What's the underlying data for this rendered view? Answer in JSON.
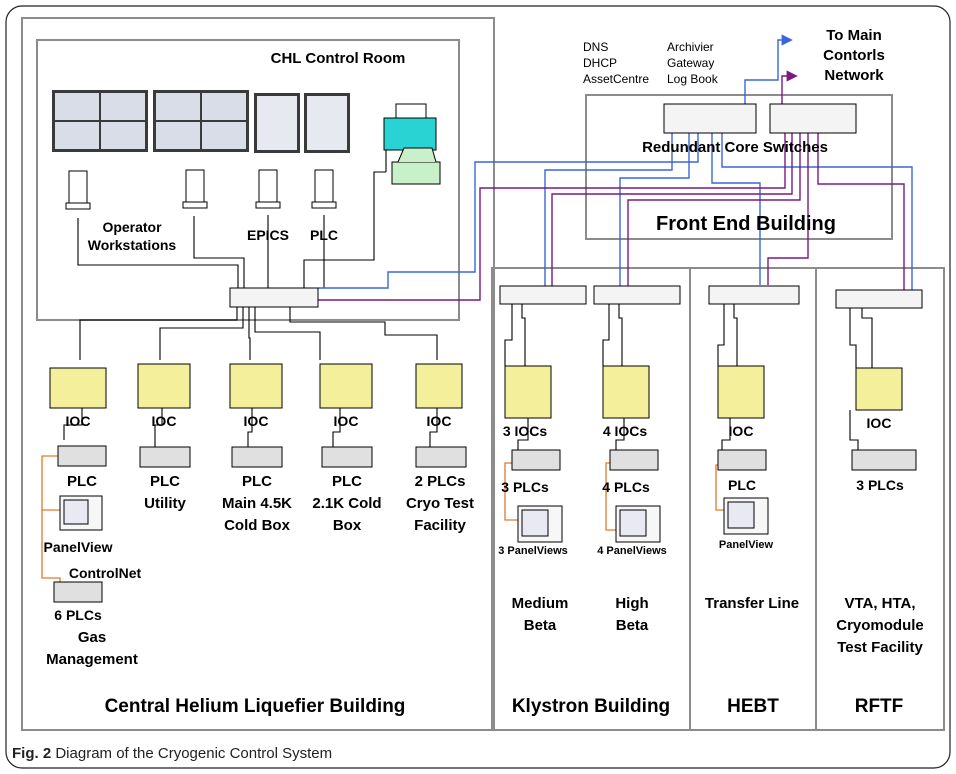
{
  "colors": {
    "wire": "#000000",
    "blue": "#3a66d8",
    "purple": "#7a1a82",
    "orange": "#e27a2a",
    "ioc_fill": "#f3ef9a",
    "plc_fill": "#e0e0e0",
    "box": "#8c8c8c"
  },
  "control_room": {
    "title": "CHL Control Room",
    "operator_label_1": "Operator",
    "operator_label_2": "Workstations",
    "epics": "EPICS",
    "plc": "PLC"
  },
  "services": {
    "col1": [
      "DNS",
      "DHCP",
      "AssetCentre"
    ],
    "col2": [
      "Archivier",
      "Gateway",
      "Log Book"
    ]
  },
  "main_network": {
    "line1": "To Main",
    "line2": "Contorls",
    "line3": "Network"
  },
  "core_switches": "Redundant Core Switches",
  "front_end": "Front End Building",
  "chl": {
    "ioc": "IOC",
    "groups": [
      {
        "plc": "PLC",
        "name1": "",
        "name2": ""
      },
      {
        "plc": "PLC",
        "name1": "Utility",
        "name2": ""
      },
      {
        "plc": "PLC",
        "name1": "Main 4.5K",
        "name2": "Cold Box"
      },
      {
        "plc": "PLC",
        "name1": "2.1K Cold",
        "name2": "Box"
      },
      {
        "plc": "2 PLCs",
        "name1": "Cryo Test",
        "name2": "Facility"
      }
    ],
    "panelview": "PanelView",
    "controlnet": "ControlNet",
    "gas_plcs": "6 PLCs",
    "gas_1": "Gas",
    "gas_2": "Management",
    "building": "Central Helium Liquefier Building"
  },
  "klystron": {
    "medium": {
      "iocs": "3 IOCs",
      "plcs": "3 PLCs",
      "panels": "3 PanelViews",
      "name1": "Medium",
      "name2": "Beta"
    },
    "high": {
      "iocs": "4 IOCs",
      "plcs": "4 PLCs",
      "panels": "4 PanelViews",
      "name1": "High",
      "name2": "Beta"
    },
    "building": "Klystron Building"
  },
  "hebt": {
    "ioc": "IOC",
    "plc": "PLC",
    "panel": "PanelView",
    "name": "Transfer Line",
    "building": "HEBT"
  },
  "rftf": {
    "ioc": "IOC",
    "plcs": "3 PLCs",
    "name1": "VTA, HTA,",
    "name2": "Cryomodule",
    "name3": "Test Facility",
    "building": "RFTF"
  },
  "caption": {
    "label": "Fig. 2",
    "text": "Diagram of the Cryogenic Control System"
  }
}
